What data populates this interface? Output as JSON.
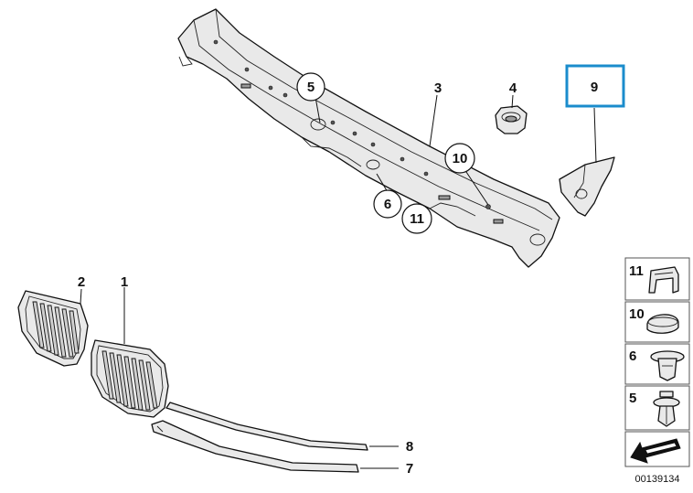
{
  "callouts": {
    "c1": "1",
    "c2": "2",
    "c3": "3",
    "c4": "4",
    "c5": "5",
    "c6": "6",
    "c7": "7",
    "c8": "8",
    "c9": "9",
    "c10": "10",
    "c11": "11"
  },
  "legend": {
    "items": [
      "11",
      "10",
      "6",
      "5"
    ]
  },
  "diagram_code": "00139134",
  "colors": {
    "highlight": "#1a8ccc",
    "line": "#111111",
    "part_fill": "#e9e9e9"
  }
}
